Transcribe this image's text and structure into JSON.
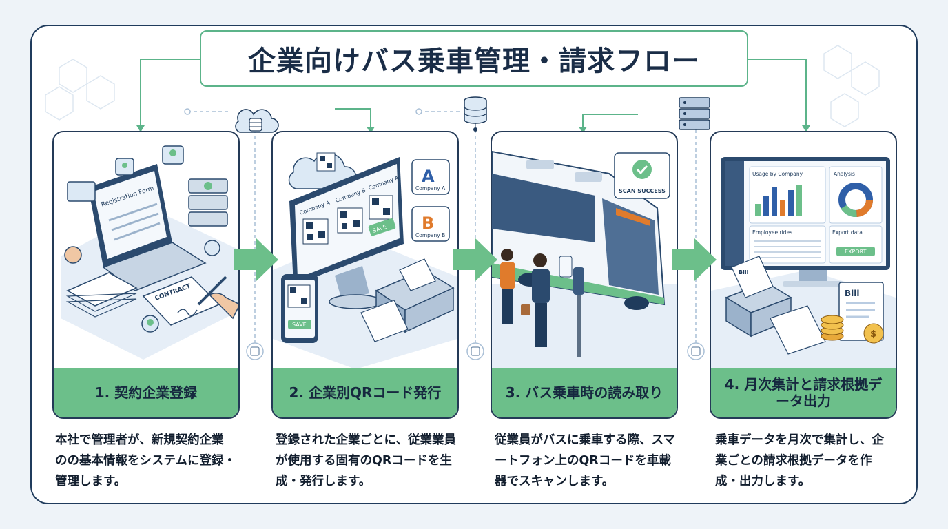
{
  "title": "企業向けバス乗車管理・請求フロー",
  "steps": [
    {
      "label": "1. 契約企業登録",
      "description": "本社で管理者が、新規契約企業のの基本情報をシステムに登録・管理します。",
      "illustration": {
        "form": "Registration Form",
        "contract": "CONTRACT"
      }
    },
    {
      "label": "2. 企業別QRコード発行",
      "description": "登録された企業ごとに、従業業員が使用する固有のQRコードを生成・発行します。",
      "illustration": {
        "company_a": "Company A",
        "company_b": "Company B",
        "save": "SAVE",
        "logo_a": "A",
        "logo_b": "B"
      }
    },
    {
      "label": "3. バス乗車時の読み取り",
      "description": "従業員がバスに乗車する際、スマートフォン上のQRコードを車載器でスキャンします。",
      "illustration": {
        "scan": "SCAN SUCCESS"
      }
    },
    {
      "label": "4. 月次集計と請求根拠データ出力",
      "description": "乗車データを月次で集計し、企業ごとの請求根拠データを作成・出力します。",
      "illustration": {
        "usage": "Usage by Company",
        "analysis": "Analysis",
        "rides": "Employee rides",
        "export_title": "Export data",
        "export_btn": "EXPORT",
        "bill": "Bill",
        "dollar": "$"
      }
    }
  ],
  "colors": {
    "accent_green": "#6cbf8a",
    "navy": "#1f3b5c",
    "light_blue": "#dce9f5"
  }
}
